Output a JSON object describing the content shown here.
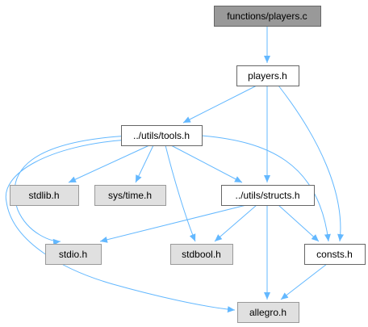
{
  "colors": {
    "edge": "#63b8ff",
    "node_border": "#666666",
    "node_fill": "#ffffff",
    "system_node_fill": "#e0e0e0",
    "system_node_border": "#999999",
    "root_node_fill": "#999999",
    "root_node_border": "#666666"
  },
  "nodes": [
    {
      "id": "players_c",
      "label": "functions/players.c",
      "kind": "root"
    },
    {
      "id": "players_h",
      "label": "players.h",
      "kind": "file"
    },
    {
      "id": "tools_h",
      "label": "../utils/tools.h",
      "kind": "file"
    },
    {
      "id": "stdlib_h",
      "label": "stdlib.h",
      "kind": "system"
    },
    {
      "id": "systime_h",
      "label": "sys/time.h",
      "kind": "system"
    },
    {
      "id": "structs_h",
      "label": "../utils/structs.h",
      "kind": "file"
    },
    {
      "id": "stdio_h",
      "label": "stdio.h",
      "kind": "system"
    },
    {
      "id": "stdbool_h",
      "label": "stdbool.h",
      "kind": "system"
    },
    {
      "id": "consts_h",
      "label": "consts.h",
      "kind": "file"
    },
    {
      "id": "allegro_h",
      "label": "allegro.h",
      "kind": "system"
    }
  ],
  "edges": [
    {
      "from": "players_c",
      "to": "players_h"
    },
    {
      "from": "players_h",
      "to": "tools_h"
    },
    {
      "from": "players_h",
      "to": "structs_h"
    },
    {
      "from": "players_h",
      "to": "consts_h"
    },
    {
      "from": "tools_h",
      "to": "stdlib_h"
    },
    {
      "from": "tools_h",
      "to": "systime_h"
    },
    {
      "from": "tools_h",
      "to": "structs_h"
    },
    {
      "from": "tools_h",
      "to": "stdio_h"
    },
    {
      "from": "tools_h",
      "to": "stdbool_h"
    },
    {
      "from": "tools_h",
      "to": "consts_h"
    },
    {
      "from": "tools_h",
      "to": "allegro_h"
    },
    {
      "from": "structs_h",
      "to": "stdio_h"
    },
    {
      "from": "structs_h",
      "to": "stdbool_h"
    },
    {
      "from": "structs_h",
      "to": "consts_h"
    },
    {
      "from": "structs_h",
      "to": "allegro_h"
    },
    {
      "from": "consts_h",
      "to": "allegro_h"
    }
  ]
}
